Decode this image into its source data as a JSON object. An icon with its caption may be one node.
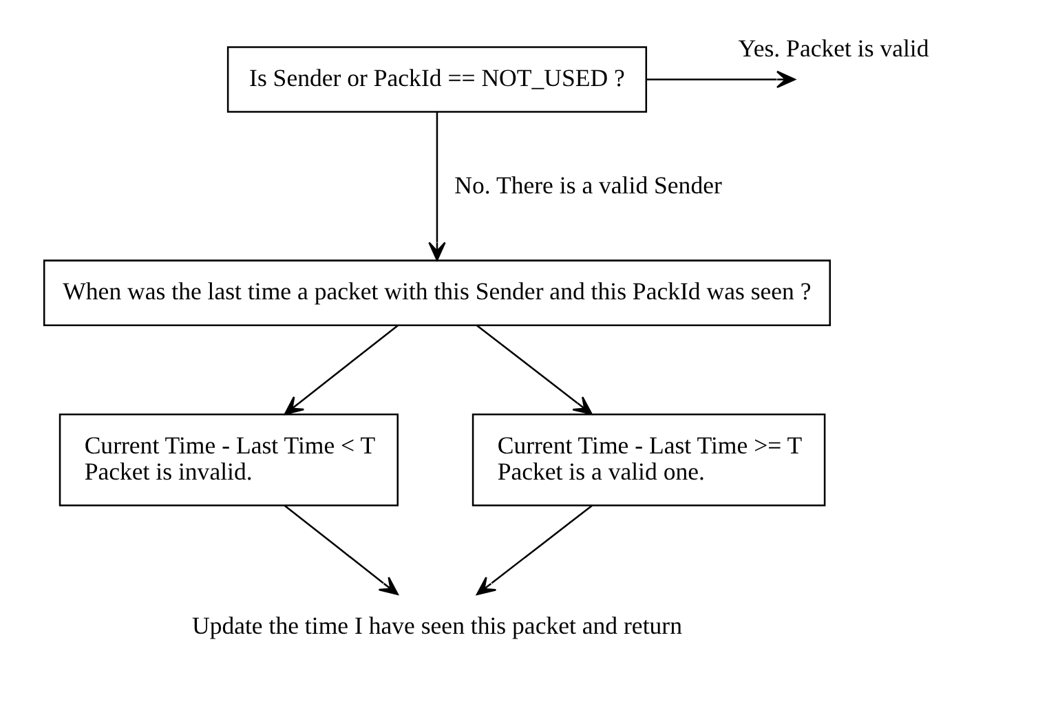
{
  "diagram": {
    "nodes": [
      {
        "text": [
          "Is Sender or PackId == NOT_USED ?"
        ]
      },
      {
        "text": [
          "When was the last time a packet with this Sender and this PackId was seen ?"
        ]
      },
      {
        "text": [
          "Current Time - Last Time < T",
          "Packet is invalid."
        ]
      },
      {
        "text": [
          "Current Time - Last Time >= T",
          "Packet is a valid one."
        ]
      },
      {
        "text": [
          "Update the time I have seen this packet and return"
        ]
      }
    ],
    "edges": [
      {
        "from": 0,
        "to": null,
        "arrow": "to",
        "label": "Yes. Packet is valid"
      },
      {
        "from": 0,
        "to": 1,
        "arrow": "to",
        "label": "No. There is a valid Sender"
      },
      {
        "from": 1,
        "to": 2,
        "arrow": "to"
      },
      {
        "from": 1,
        "to": 3,
        "arrow": "to"
      },
      {
        "from": 2,
        "to": 4,
        "arrow": "to"
      },
      {
        "from": 3,
        "to": 4,
        "arrow": "to"
      }
    ]
  }
}
